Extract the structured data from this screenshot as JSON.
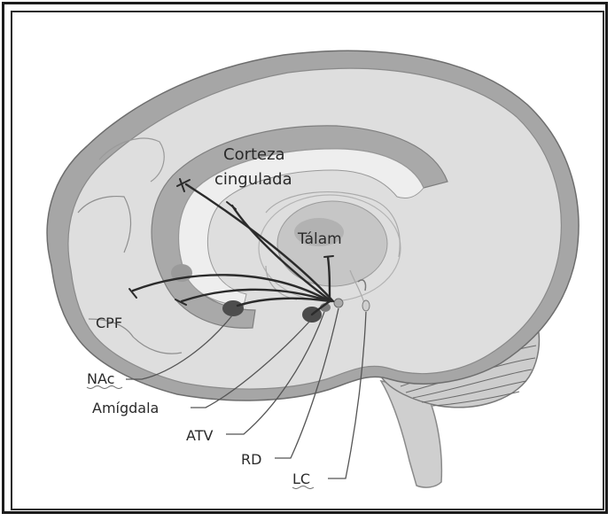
{
  "figure": {
    "labels": {
      "corteza_line1": "Corteza",
      "corteza_line2": "cingulada",
      "talamo": "Tálam",
      "cpf": "CPF",
      "nac": "NAc",
      "amigdala": "Amígdala",
      "atv": "ATV",
      "rd": "RD",
      "lc": "LC"
    },
    "colors": {
      "frame": "#1c1c1c",
      "brain_fill": "#dcdcdc",
      "cingulate_fill": "#a9a9a9",
      "outline": "#7a7a7a",
      "pathway": "#2b2b2b",
      "nucleus": "#4a4a4a"
    }
  }
}
